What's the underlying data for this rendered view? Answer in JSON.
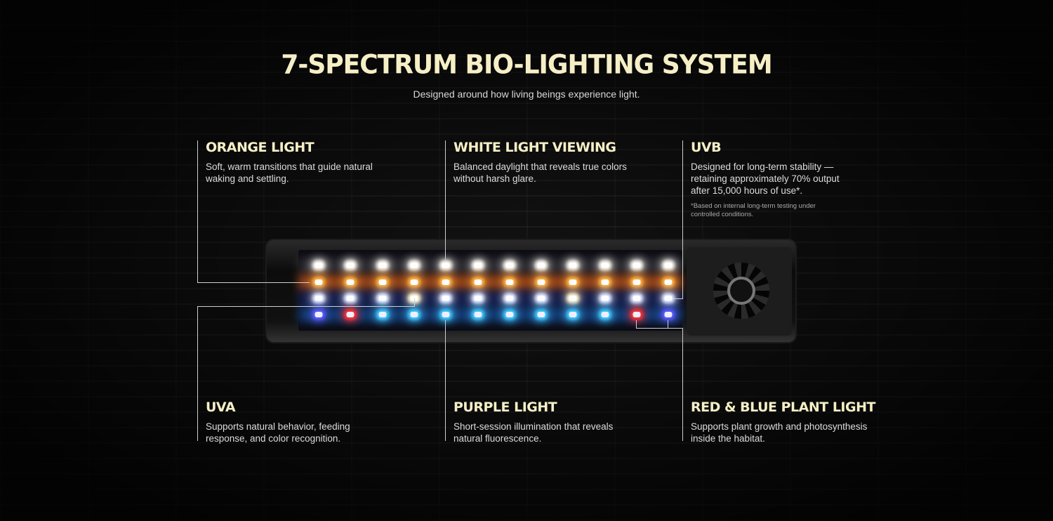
{
  "header": {
    "title": "7-SPECTRUM BIO-LIGHTING SYSTEM",
    "subtitle": "Designed around how living beings experience light."
  },
  "features": [
    {
      "title": "ORANGE LIGHT",
      "text": "Soft, warm transitions that guide natural waking and settling."
    },
    {
      "title": "WHITE LIGHT VIEWING",
      "text": "Balanced daylight that reveals true colors without harsh glare."
    },
    {
      "title": "UVB",
      "text": "Designed for long-term stability — retaining approximately 70% output after 15,000 hours of use*.",
      "note": "*Based on internal long-term testing under controlled conditions."
    },
    {
      "title": "UVA",
      "text": "Supports natural behavior, feeding response, and color recognition."
    },
    {
      "title": "PURPLE LIGHT",
      "text": "Short-session illumination that reveals natural fluorescence."
    },
    {
      "title": "RED & BLUE PLANT LIGHT",
      "text": "Supports plant growth and photosynthesis inside the habitat."
    }
  ],
  "colors": {
    "heading": "#f6efc6",
    "white": "#f4f1ea",
    "orange": "#ffb040",
    "uvb": "#dfe6ff",
    "warm": "#fff0cc",
    "blue": "#5b5bff",
    "red": "#ff3030",
    "cyan": "#40c8ff"
  },
  "led_rows": [
    [
      "white",
      "white",
      "white",
      "white",
      "white",
      "white",
      "white",
      "white",
      "white",
      "white",
      "white",
      "white"
    ],
    [
      "orange",
      "orange",
      "orange",
      "orange",
      "orange",
      "orange",
      "orange",
      "orange",
      "orange",
      "orange",
      "orange",
      "orange"
    ],
    [
      "uvb",
      "uvb",
      "uvb",
      "warm",
      "uvb",
      "uvb",
      "uvb",
      "uvb",
      "warm",
      "uvb",
      "uvb",
      "uvb"
    ],
    [
      "blue",
      "red",
      "cyan",
      "cyan",
      "cyan",
      "cyan",
      "cyan",
      "cyan",
      "cyan",
      "cyan",
      "red",
      "blue"
    ]
  ]
}
